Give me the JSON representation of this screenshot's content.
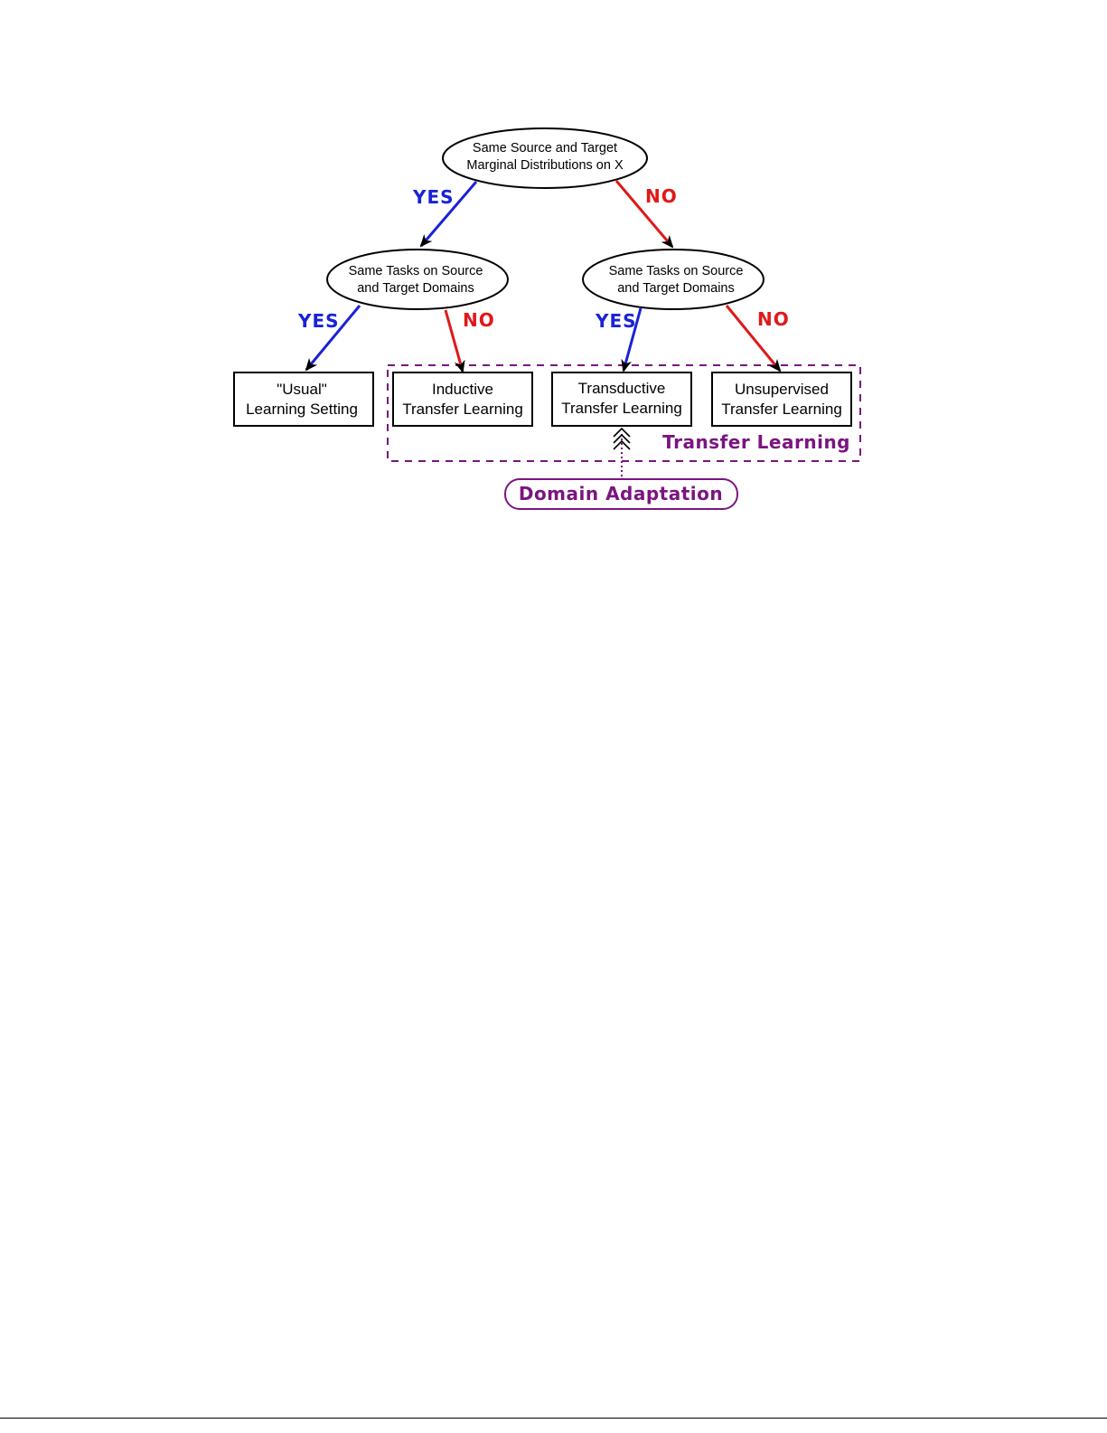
{
  "colors": {
    "yes": "#1a22d6",
    "no": "#e01818",
    "accent": "#7a1580",
    "stroke": "#000000"
  },
  "root": {
    "line1": "Same Source and Target",
    "line2": "Marginal Distributions on X"
  },
  "left_question": {
    "line1": "Same Tasks on Source",
    "line2": "and Target Domains"
  },
  "right_question": {
    "line1": "Same Tasks on Source",
    "line2": "and Target Domains"
  },
  "edge_labels": {
    "root_yes": "YES",
    "root_no": "NO",
    "left_yes": "YES",
    "left_no": "NO",
    "right_yes": "YES",
    "right_no": "NO"
  },
  "leaves": {
    "usual": {
      "line1": "\"Usual\"",
      "line2": "Learning Setting"
    },
    "inductive": {
      "line1": "Inductive",
      "line2": "Transfer Learning"
    },
    "transductive": {
      "line1": "Transductive",
      "line2": "Transfer Learning"
    },
    "unsupervised": {
      "line1": "Unsupervised",
      "line2": "Transfer Learning"
    }
  },
  "groups": {
    "transfer_learning": "Transfer Learning",
    "domain_adaptation": "Domain Adaptation"
  }
}
